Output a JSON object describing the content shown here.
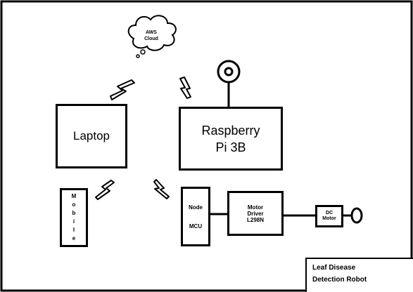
{
  "nodes": {
    "aws": {
      "line1": "AWS",
      "line2": "Cloud"
    },
    "laptop": {
      "label": "Laptop"
    },
    "raspberry": {
      "line1": "Raspberry",
      "line2": "Pi 3B"
    },
    "mobile": {
      "letters": [
        "M",
        "o",
        "b",
        "i",
        "l",
        "e"
      ]
    },
    "node_mcu": {
      "line1": "Node",
      "line2": "MCU"
    },
    "motor_driver": {
      "line1": "Motor",
      "line2": "Driver",
      "line3": "L298N"
    },
    "dc_motor": {
      "line1": "DC",
      "line2": "Motor"
    }
  },
  "title": {
    "line1": "Leaf Disease",
    "line2": "Detection Robot"
  },
  "colors": {
    "stroke": "#000000",
    "background": "#ffffff"
  }
}
